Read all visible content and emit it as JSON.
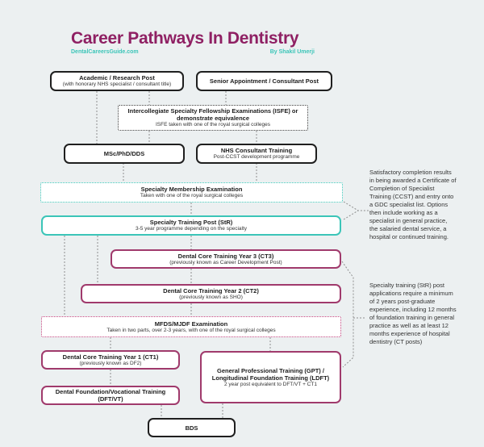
{
  "header": {
    "title": "Career Pathways In Dentistry",
    "site": "DentalCareersGuide.com",
    "byline": "By Shakil Umerji"
  },
  "nodes": {
    "academic": {
      "title": "Academic / Research Post",
      "subtitle": "(with honorary NHS specialist / consultant title)"
    },
    "senior": {
      "title": "Senior Appointment / Consultant Post"
    },
    "isfe": {
      "title1": "Intercollegiate Specialty Fellowship Examinations (ISFE) or",
      "title2": "demonstrate equivalence",
      "subtitle": "ISFE taken with one of the royal surgical colleges"
    },
    "msc": {
      "title": "MSc/PhD/DDS"
    },
    "nhs_consultant": {
      "title": "NHS Consultant Training",
      "subtitle": "Post-CCST development programme"
    },
    "membership_exam": {
      "title": "Specialty Membership Examination",
      "subtitle": "Taken with one of the royal surgical colleges"
    },
    "str": {
      "title": "Specialty Training Post (StR)",
      "subtitle": "3-5 year programme depending on the specialty"
    },
    "ct3": {
      "title": "Dental Core Training Year 3 (CT3)",
      "subtitle": "(previously known as Career Development Post)"
    },
    "ct2": {
      "title": "Dental Core Training Year 2 (CT2)",
      "subtitle": "(previously known as SHO)"
    },
    "mfds": {
      "title": "MFDS/MJDF Examination",
      "subtitle": "Taken in two parts, over 2-3 years, with one of the royal surgical colleges"
    },
    "ct1": {
      "title": "Dental Core Training Year 1 (CT1)",
      "subtitle": "(previously known as DF2)"
    },
    "gpt": {
      "title1": "General Professional Training (GPT) /",
      "title2": "Longitudinal Foundation Training (LDFT)",
      "subtitle": "2 year post equivalent to DFT/VT + CT1"
    },
    "dft": {
      "title1": "Dental Foundation/Vocational Training",
      "title2": "(DFT/VT)"
    },
    "bds": {
      "title": "BDS"
    }
  },
  "annotations": {
    "ccst": "Satisfactory completion results in being awarded a Certificate of Completion of Specialist Training (CCST) and entry onto a GDC specialist list. Options then include working as a specialist in general practice, the salaried dental service, a hospital or continued training.",
    "str_requirements": "Specialty training (StR) post applications require a minimum of 2 years post-graduate experience, including 12 months of foundation training in general practice as well as at least 12 months experience of hospital dentistry (CT posts)"
  },
  "colors": {
    "title_magenta": "#8f2063",
    "teal": "#3bc5b8",
    "box_magenta": "#a03a6c",
    "background": "#ecf0f1",
    "connector_gray": "#8e8e8e"
  }
}
